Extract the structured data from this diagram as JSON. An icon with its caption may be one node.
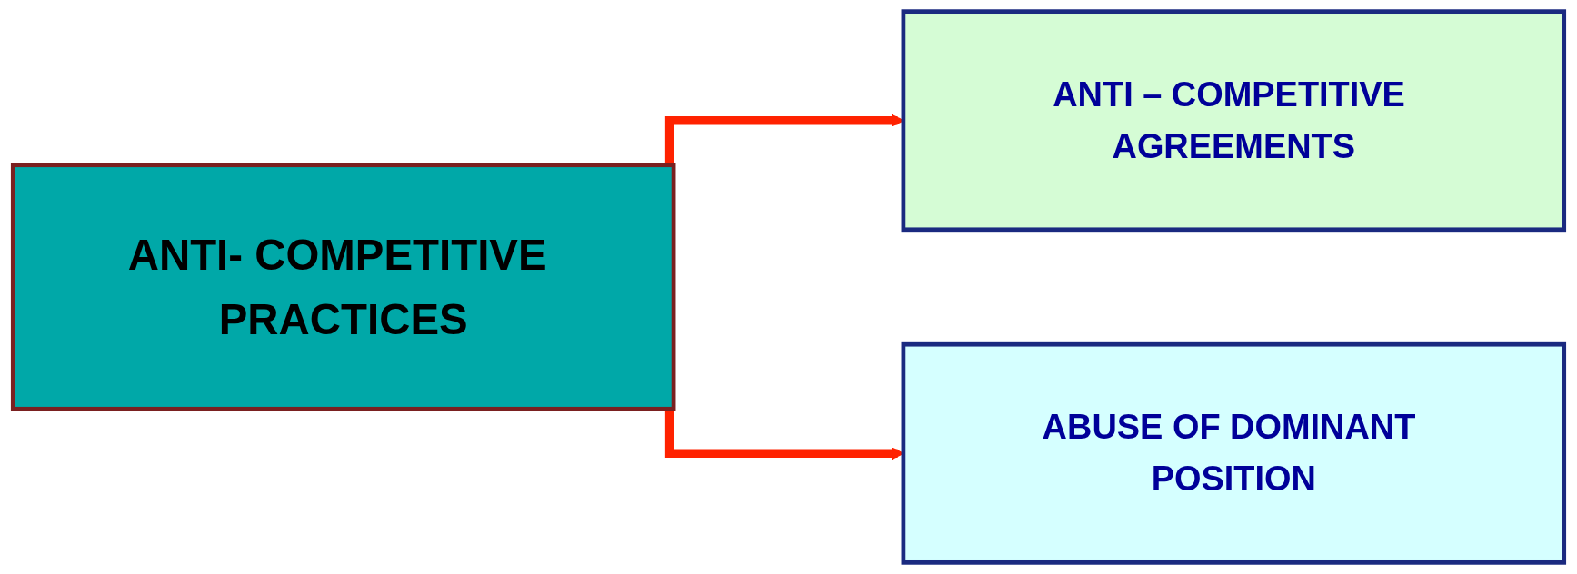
{
  "diagram": {
    "nodes": [
      {
        "text": [
          "ANTI- COMPETITIVE PRACTICES"
        ]
      },
      {
        "text": [
          "ANTI – COMPETITIVE AGREEMENTS"
        ]
      },
      {
        "text": [
          "ABUSE OF DOMINANT POSITION"
        ]
      }
    ],
    "edges": [
      {
        "from": 0,
        "to": 1,
        "arrow": "to"
      },
      {
        "from": 0,
        "to": 2,
        "arrow": "to"
      }
    ]
  }
}
